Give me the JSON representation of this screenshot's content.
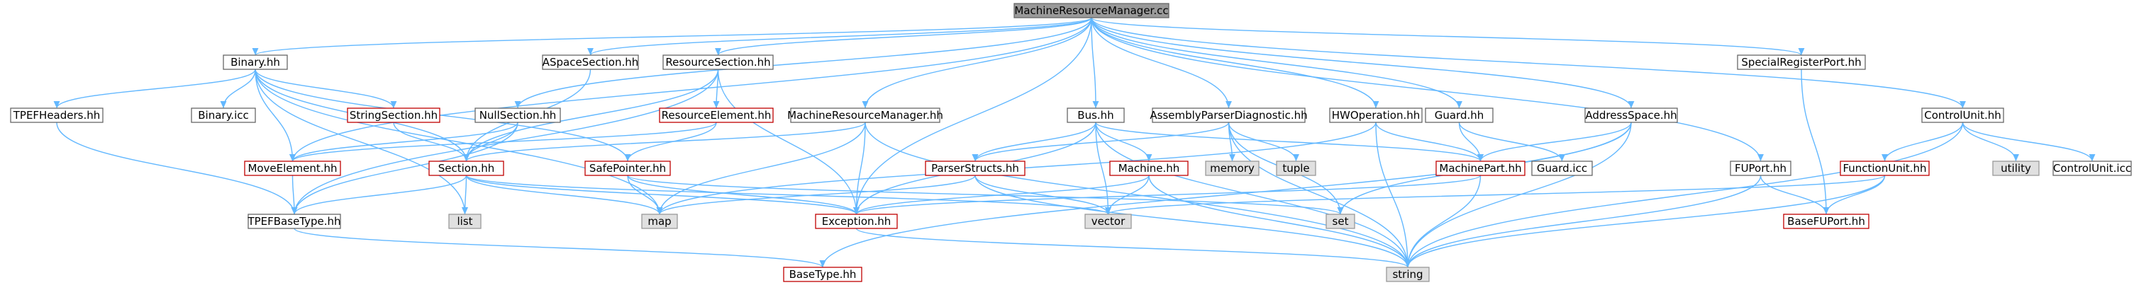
{
  "graph": {
    "nodes": [
      {
        "id": "root",
        "label": "MachineResourceManager.cc",
        "style": "root"
      },
      {
        "id": "binary",
        "label": "Binary.hh",
        "style": "normal"
      },
      {
        "id": "aspace",
        "label": "ASpaceSection.hh",
        "style": "normal"
      },
      {
        "id": "ressec",
        "label": "ResourceSection.hh",
        "style": "normal"
      },
      {
        "id": "srp",
        "label": "SpecialRegisterPort.hh",
        "style": "normal"
      },
      {
        "id": "tpefh",
        "label": "TPEFHeaders.hh",
        "style": "normal"
      },
      {
        "id": "binicc",
        "label": "Binary.icc",
        "style": "normal"
      },
      {
        "id": "strsec",
        "label": "StringSection.hh",
        "style": "red"
      },
      {
        "id": "nullsec",
        "label": "NullSection.hh",
        "style": "normal"
      },
      {
        "id": "reselem",
        "label": "ResourceElement.hh",
        "style": "red"
      },
      {
        "id": "mrmhh",
        "label": "MachineResourceManager.hh",
        "style": "normal"
      },
      {
        "id": "bus",
        "label": "Bus.hh",
        "style": "normal"
      },
      {
        "id": "apdiag",
        "label": "AssemblyParserDiagnostic.hh",
        "style": "normal"
      },
      {
        "id": "hwop",
        "label": "HWOperation.hh",
        "style": "normal"
      },
      {
        "id": "guard",
        "label": "Guard.hh",
        "style": "normal"
      },
      {
        "id": "addr",
        "label": "AddressSpace.hh",
        "style": "normal"
      },
      {
        "id": "cu",
        "label": "ControlUnit.hh",
        "style": "normal"
      },
      {
        "id": "move",
        "label": "MoveElement.hh",
        "style": "red"
      },
      {
        "id": "section",
        "label": "Section.hh",
        "style": "red"
      },
      {
        "id": "safeptr",
        "label": "SafePointer.hh",
        "style": "red"
      },
      {
        "id": "pstructs",
        "label": "ParserStructs.hh",
        "style": "red"
      },
      {
        "id": "machine",
        "label": "Machine.hh",
        "style": "red"
      },
      {
        "id": "memory",
        "label": "memory",
        "style": "gray"
      },
      {
        "id": "tuple",
        "label": "tuple",
        "style": "gray"
      },
      {
        "id": "mpart",
        "label": "MachinePart.hh",
        "style": "red"
      },
      {
        "id": "guardicc",
        "label": "Guard.icc",
        "style": "normal"
      },
      {
        "id": "fuport",
        "label": "FUPort.hh",
        "style": "normal"
      },
      {
        "id": "funit",
        "label": "FunctionUnit.hh",
        "style": "red"
      },
      {
        "id": "utility",
        "label": "utility",
        "style": "gray"
      },
      {
        "id": "cuicc",
        "label": "ControlUnit.icc",
        "style": "normal"
      },
      {
        "id": "list",
        "label": "list",
        "style": "gray"
      },
      {
        "id": "map",
        "label": "map",
        "style": "gray"
      },
      {
        "id": "vector",
        "label": "vector",
        "style": "gray"
      },
      {
        "id": "set",
        "label": "set",
        "style": "gray"
      },
      {
        "id": "exc",
        "label": "Exception.hh",
        "style": "red"
      },
      {
        "id": "bfuport",
        "label": "BaseFUPort.hh",
        "style": "red"
      },
      {
        "id": "tpefbt",
        "label": "TPEFBaseType.hh",
        "style": "normal"
      },
      {
        "id": "basetype",
        "label": "BaseType.hh",
        "style": "red"
      },
      {
        "id": "string",
        "label": "string",
        "style": "gray"
      }
    ],
    "edges": [
      [
        "root",
        "binary"
      ],
      [
        "root",
        "aspace"
      ],
      [
        "root",
        "ressec"
      ],
      [
        "root",
        "srp"
      ],
      [
        "root",
        "nullsec"
      ],
      [
        "root",
        "mrmhh"
      ],
      [
        "root",
        "bus"
      ],
      [
        "root",
        "apdiag"
      ],
      [
        "root",
        "hwop"
      ],
      [
        "root",
        "guard"
      ],
      [
        "root",
        "addr"
      ],
      [
        "root",
        "cu"
      ],
      [
        "root",
        "fuport"
      ],
      [
        "root",
        "move"
      ],
      [
        "root",
        "exc"
      ],
      [
        "binary",
        "tpefh"
      ],
      [
        "binary",
        "binicc"
      ],
      [
        "binary",
        "strsec"
      ],
      [
        "binary",
        "section"
      ],
      [
        "binary",
        "safeptr"
      ],
      [
        "binary",
        "list"
      ],
      [
        "binary",
        "map"
      ],
      [
        "binary",
        "move"
      ],
      [
        "aspace",
        "section"
      ],
      [
        "ressec",
        "reselem"
      ],
      [
        "ressec",
        "section"
      ],
      [
        "ressec",
        "exc"
      ],
      [
        "ressec",
        "tpefbt"
      ],
      [
        "srp",
        "bfuport"
      ],
      [
        "tpefh",
        "tpefbt"
      ],
      [
        "strsec",
        "section"
      ],
      [
        "nullsec",
        "section"
      ],
      [
        "nullsec",
        "move"
      ],
      [
        "nullsec",
        "tpefbt"
      ],
      [
        "reselem",
        "safeptr"
      ],
      [
        "reselem",
        "move"
      ],
      [
        "mrmhh",
        "section"
      ],
      [
        "mrmhh",
        "exc"
      ],
      [
        "mrmhh",
        "map"
      ],
      [
        "mrmhh",
        "string"
      ],
      [
        "bus",
        "pstructs"
      ],
      [
        "bus",
        "machine"
      ],
      [
        "bus",
        "vector"
      ],
      [
        "bus",
        "exc"
      ],
      [
        "bus",
        "string"
      ],
      [
        "bus",
        "mpart"
      ],
      [
        "apdiag",
        "memory"
      ],
      [
        "apdiag",
        "tuple"
      ],
      [
        "apdiag",
        "set"
      ],
      [
        "apdiag",
        "string"
      ],
      [
        "apdiag",
        "pstructs"
      ],
      [
        "hwop",
        "mpart"
      ],
      [
        "hwop",
        "string"
      ],
      [
        "hwop",
        "map"
      ],
      [
        "guard",
        "mpart"
      ],
      [
        "guard",
        "guardicc"
      ],
      [
        "addr",
        "mpart"
      ],
      [
        "addr",
        "set"
      ],
      [
        "addr",
        "string"
      ],
      [
        "addr",
        "basetype"
      ],
      [
        "cu",
        "funit"
      ],
      [
        "cu",
        "utility"
      ],
      [
        "cu",
        "cuicc"
      ],
      [
        "cu",
        "string"
      ],
      [
        "move",
        "tpefbt"
      ],
      [
        "section",
        "list"
      ],
      [
        "section",
        "map"
      ],
      [
        "section",
        "vector"
      ],
      [
        "section",
        "exc"
      ],
      [
        "section",
        "tpefbt"
      ],
      [
        "safeptr",
        "map"
      ],
      [
        "safeptr",
        "exc"
      ],
      [
        "safeptr",
        "set"
      ],
      [
        "pstructs",
        "vector"
      ],
      [
        "pstructs",
        "string"
      ],
      [
        "pstructs",
        "map"
      ],
      [
        "machine",
        "vector"
      ],
      [
        "machine",
        "exc"
      ],
      [
        "machine",
        "string"
      ],
      [
        "mpart",
        "string"
      ],
      [
        "mpart",
        "exc"
      ],
      [
        "fuport",
        "bfuport"
      ],
      [
        "fuport",
        "string"
      ],
      [
        "funit",
        "bfuport"
      ],
      [
        "funit",
        "vector"
      ],
      [
        "funit",
        "string"
      ],
      [
        "exc",
        "string"
      ],
      [
        "tpefbt",
        "basetype"
      ]
    ]
  }
}
